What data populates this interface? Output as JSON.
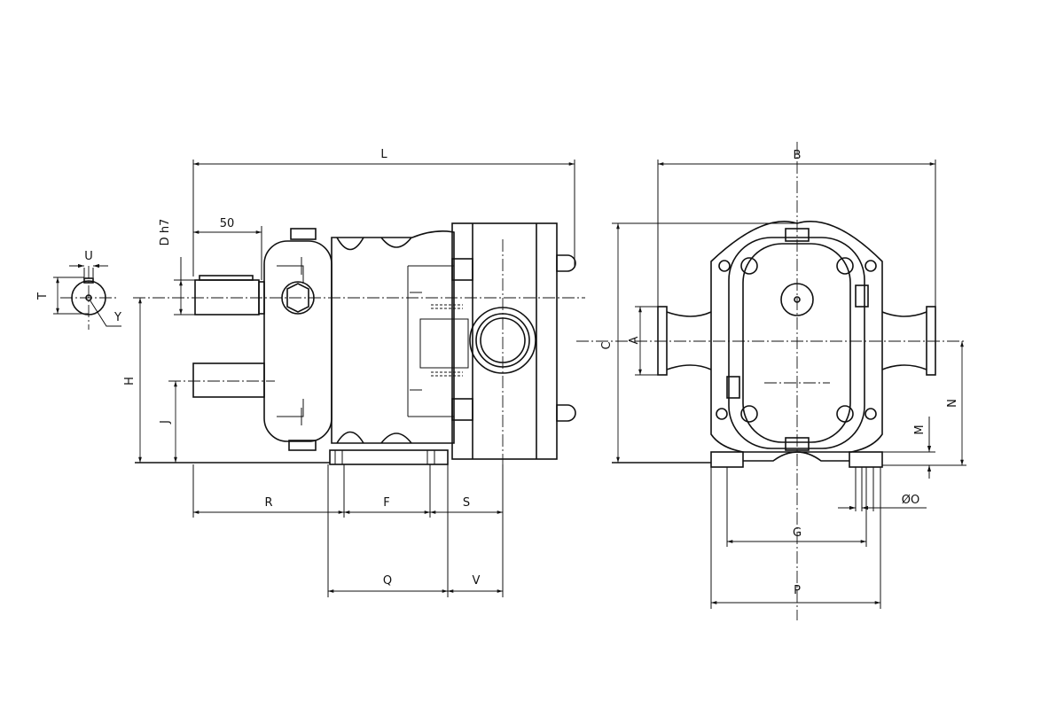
{
  "title": "Pump dimension drawing",
  "side_view": {
    "labels": {
      "L": "L",
      "fifty": "50",
      "D": "D h7",
      "U": "U",
      "T": "T",
      "Y": "Y",
      "H": "H",
      "J": "J",
      "R": "R",
      "F": "F",
      "S": "S",
      "Q": "Q",
      "V": "V"
    }
  },
  "front_view": {
    "labels": {
      "B": "B",
      "C": "C",
      "A": "A",
      "N": "N",
      "M": "M",
      "O": "ØO",
      "G": "G",
      "P": "P"
    }
  }
}
